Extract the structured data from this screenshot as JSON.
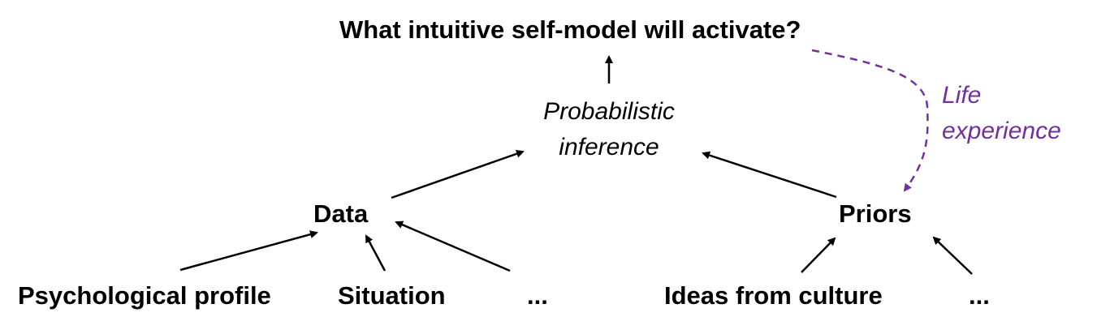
{
  "diagram": {
    "title": "What intuitive self-model will activate?",
    "inference_line1": "Probabilistic",
    "inference_line2": "inference",
    "data_label": "Data",
    "priors_label": "Priors",
    "life_experience_line1": "Life",
    "life_experience_line2": "experience",
    "bottom": {
      "psych_profile": "Psychological profile",
      "situation": "Situation",
      "data_ellipsis": "...",
      "ideas_culture": "Ideas from culture",
      "priors_ellipsis": "..."
    },
    "colors": {
      "text": "#000000",
      "arrow": "#000000",
      "life_experience": "#7030A0"
    }
  }
}
